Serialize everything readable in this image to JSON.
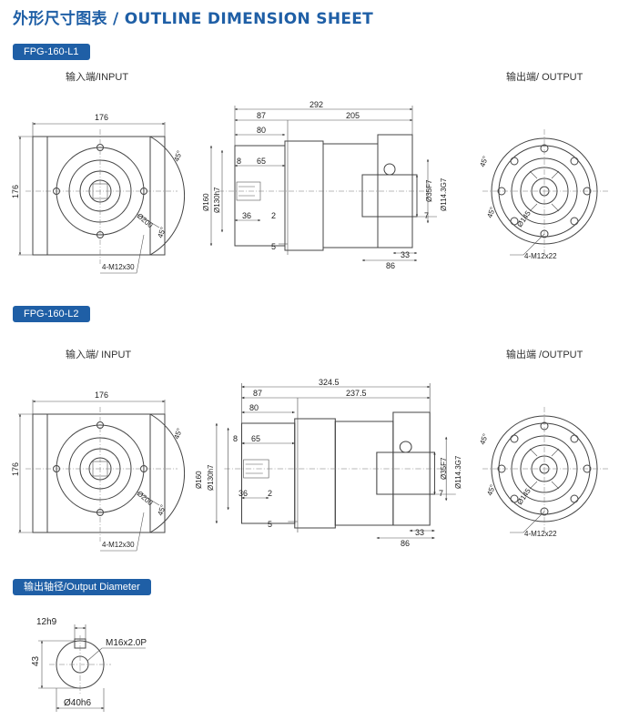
{
  "page": {
    "title": "外形尺寸图表 / OUTLINE DIMENSION SHEET"
  },
  "section1": {
    "tag": "FPG-160-L1",
    "input_caption": "输入端/INPUT",
    "output_caption": "输出端/ OUTPUT",
    "dims": {
      "width": "176",
      "height": "176",
      "bolt": "4-M12x30",
      "pcd": "Ø200",
      "angle": "45°",
      "total": "292",
      "d87": "87",
      "d205": "205",
      "d80": "80",
      "d8": "8",
      "d65": "65",
      "d36": "36",
      "d2": "2",
      "d5": "5",
      "dia160": "Ø160",
      "dia130": "Ø130h7",
      "dia35": "Ø35F7",
      "dia114": "Ø114.3G7",
      "d7": "7",
      "d33": "33",
      "d86": "86",
      "out_angle1": "45°",
      "out_angle2": "45°",
      "out_pcd": "Ø145",
      "out_bolt": "4-M12x22"
    }
  },
  "section2": {
    "tag": "FPG-160-L2",
    "input_caption": "输入端/ INPUT",
    "output_caption": "输出端 /OUTPUT",
    "dims": {
      "width": "176",
      "height": "176",
      "bolt": "4-M12x30",
      "pcd": "Ø200",
      "angle": "45°",
      "total": "324.5",
      "d87": "87",
      "d205": "237.5",
      "d80": "80",
      "d8": "8",
      "d65": "65",
      "d36": "36",
      "d2": "2",
      "d5": "5",
      "dia160": "Ø160",
      "dia130": "Ø130h7",
      "dia35": "Ø35F7",
      "dia114": "Ø114.3G7",
      "d7": "7",
      "d33": "33",
      "d86": "86",
      "out_angle1": "45°",
      "out_angle2": "45°",
      "out_pcd": "Ø145",
      "out_bolt": "4-M12x22"
    }
  },
  "section3": {
    "tag": "输出轴径/Output Diameter",
    "dims": {
      "key": "12h9",
      "thread": "M16x2.0P",
      "height": "43",
      "dia": "Ø40h6"
    }
  }
}
